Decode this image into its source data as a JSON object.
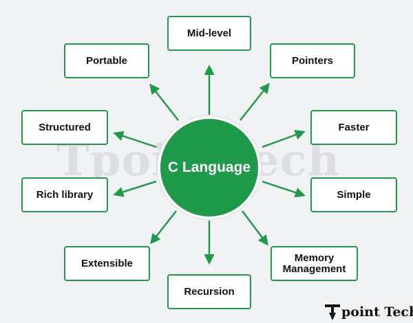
{
  "center": {
    "label": "C Language"
  },
  "features": [
    {
      "id": "mid-level",
      "label": "Mid-level"
    },
    {
      "id": "pointers",
      "label": "Pointers"
    },
    {
      "id": "faster",
      "label": "Faster"
    },
    {
      "id": "simple",
      "label": "Simple"
    },
    {
      "id": "memory-management",
      "label": "Memory\nManagement"
    },
    {
      "id": "recursion",
      "label": "Recursion"
    },
    {
      "id": "extensible",
      "label": "Extensible"
    },
    {
      "id": "rich-library",
      "label": "Rich library"
    },
    {
      "id": "structured",
      "label": "Structured"
    },
    {
      "id": "portable",
      "label": "Portable"
    }
  ],
  "watermark": "TpointTech",
  "logo": {
    "text": "point Tech"
  },
  "colors": {
    "accent": "#1f9a4a",
    "background": "#f1f2f4",
    "text": "#111111"
  }
}
